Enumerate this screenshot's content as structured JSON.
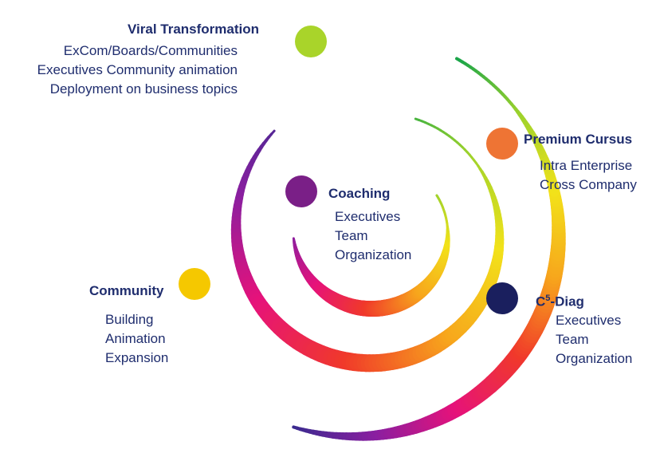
{
  "nodes": [
    {
      "id": "viral",
      "title": "Viral  Transformation",
      "color": "#a9d42a",
      "lines": [
        "ExCom/Boards/Communities",
        "Executives Community animation",
        "Deployment on business topics"
      ]
    },
    {
      "id": "premium",
      "title": "Premium Cursus",
      "color": "#ee7434",
      "lines": [
        "Intra Enterprise",
        "Cross Company"
      ]
    },
    {
      "id": "coaching",
      "title": "Coaching",
      "color": "#7a1f87",
      "lines": [
        "Executives",
        "Team",
        "Organization"
      ]
    },
    {
      "id": "c5diag",
      "title_main": "C",
      "title_sup": "5",
      "title_rest": "-Diag",
      "color": "#1a1f5e",
      "lines": [
        "Executives",
        "Team",
        "Organization"
      ]
    },
    {
      "id": "community",
      "title": "Community",
      "color": "#f5c800",
      "lines": [
        "Building",
        "Animation",
        "Expansion"
      ]
    }
  ],
  "gradient_colors": [
    "#3b2a8f",
    "#8a1fa0",
    "#e6127a",
    "#f0392a",
    "#f7a51c",
    "#f2e21a",
    "#9cd22c",
    "#16a34a"
  ]
}
